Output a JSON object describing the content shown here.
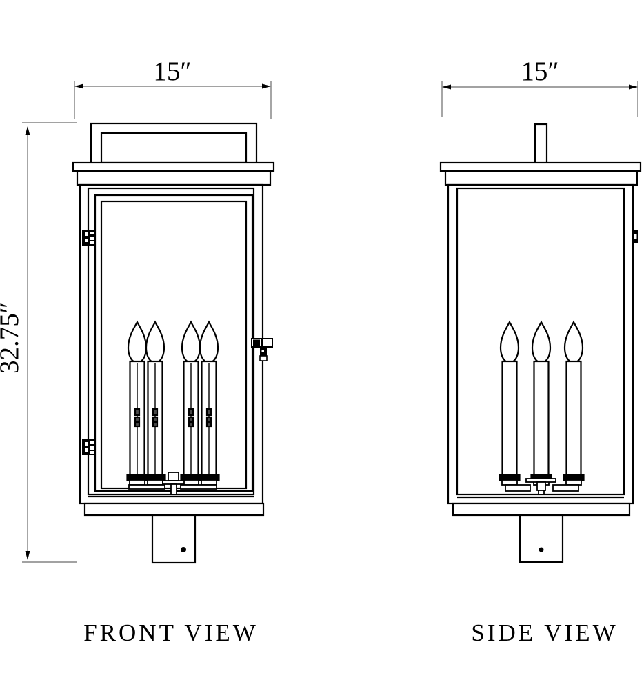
{
  "dimensions": {
    "front_width": "15″",
    "side_width": "15″",
    "overall_height": "32.75″"
  },
  "labels": {
    "front_view": "FRONT VIEW",
    "side_view": "SIDE VIEW"
  },
  "colors": {
    "background": "#ffffff",
    "line": "#000000",
    "dimension_line": "#6b6b6b"
  },
  "front_view": {
    "candles": 4,
    "hinges": 2,
    "latches": 1
  },
  "side_view": {
    "candles": 3,
    "latches": 1
  }
}
